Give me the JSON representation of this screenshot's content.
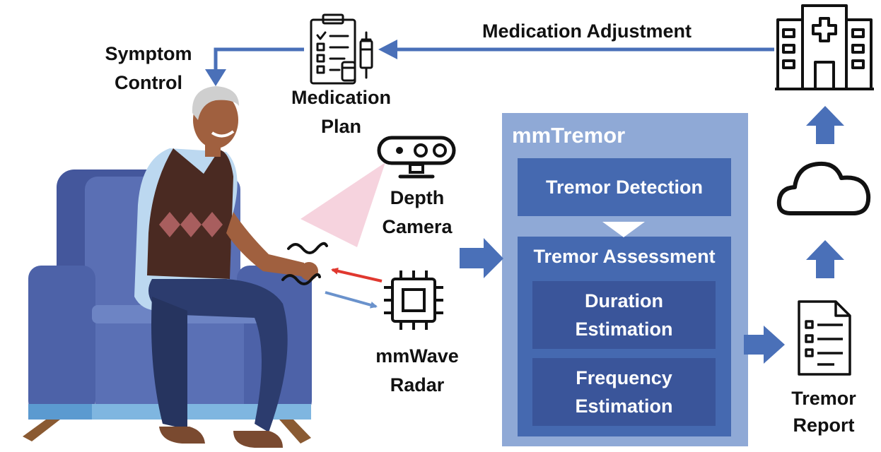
{
  "labels": {
    "medication_adjustment": "Medication Adjustment",
    "symptom_control_1": "Symptom",
    "symptom_control_2": "Control",
    "medication_plan_1": "Medication",
    "medication_plan_2": "Plan",
    "depth_camera_1": "Depth",
    "depth_camera_2": "Camera",
    "mmwave_radar_1": "mmWave",
    "mmwave_radar_2": "Radar",
    "tremor_report_1": "Tremor",
    "tremor_report_2": "Report"
  },
  "mmtremor": {
    "title": "mmTremor",
    "tremor_detection": "Tremor Detection",
    "tremor_assessment": "Tremor Assessment",
    "duration_estimation_1": "Duration",
    "duration_estimation_2": "Estimation",
    "frequency_estimation_1": "Frequency",
    "frequency_estimation_2": "Estimation"
  },
  "colors": {
    "flow_arrow": "#4a70b8",
    "outer_panel": "#8fa9d6",
    "inner_panel": "#4569b0",
    "sub_panel": "#3a559a",
    "radar_tx": "#e0382f",
    "radar_rx": "#6a92cc",
    "camera_fov": "#f6d3de",
    "sofa": "#4d62a8"
  },
  "icons": [
    "clipboard-syringe-icon",
    "hospital-icon",
    "cloud-icon",
    "report-icon",
    "depth-camera-icon",
    "radar-chip-icon"
  ]
}
